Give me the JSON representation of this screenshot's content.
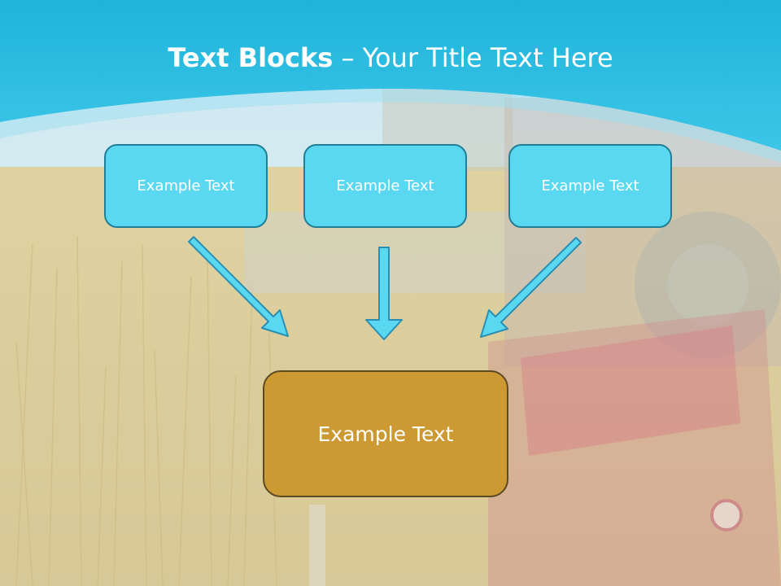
{
  "slide": {
    "title_bold": "Text Blocks",
    "title_dash": " – ",
    "title_rest": "Your Title Text Here"
  },
  "blocks": [
    {
      "text": "Example Text"
    },
    {
      "text": "Example Text"
    },
    {
      "text": "Example Text"
    }
  ],
  "main_block": {
    "text": "Example Text"
  },
  "colors": {
    "header": "#2ec0e3",
    "block_fill": "#5ad8f2",
    "block_border": "#1f7f97",
    "main_fill": "#cc9933",
    "main_border": "#5b4a22",
    "arrow": "#5ad8f2"
  }
}
